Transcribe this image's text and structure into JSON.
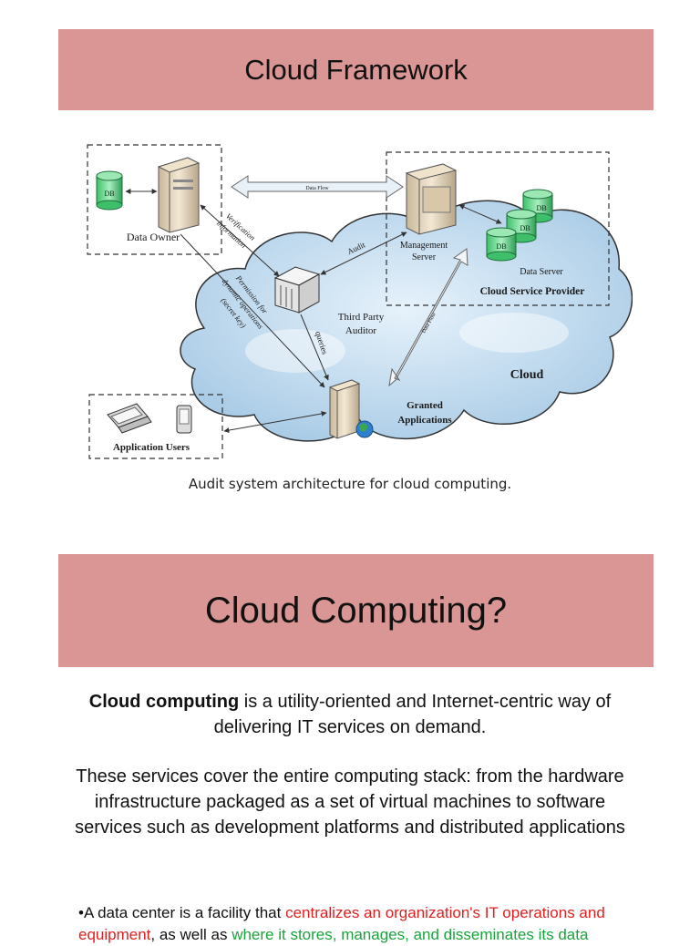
{
  "slide1": {
    "title": "Cloud Framework",
    "caption": "Audit system architecture for cloud computing.",
    "diagram": {
      "data_owner": "Data Owner",
      "db": "DB",
      "data_flow_top": "Data Flow",
      "verification": "Verification",
      "information": "information",
      "audit": "Audit",
      "permission_for": "Permission for",
      "dynamic_operations": "dynamic operations",
      "secret_key": "(secret key)",
      "management": "Management",
      "server": "Server",
      "data_server": "Data Server",
      "cloud_service_provider": "Cloud Service Provider",
      "third_party": "Third Party",
      "auditor": "Auditor",
      "queries": "queries",
      "data_flow_diag": "Data Flow",
      "cloud": "Cloud",
      "granted": "Granted",
      "applications": "Applications",
      "application_users": "Application Users"
    }
  },
  "slide2": {
    "title": "Cloud Computing?",
    "para1_bold": "Cloud computing",
    "para1_rest": " is a utility-oriented and Internet-centric way of delivering IT services on demand.",
    "para2": "These services cover the entire computing stack: from the hardware infrastructure packaged as a set of virtual machines to software services such as development platforms and distributed applications",
    "bullet_prefix": "•A data center is a facility that ",
    "bullet_red": "centralizes an organization's IT operations and equipment",
    "bullet_mid": ", as well as ",
    "bullet_green": "where it stores, manages, and disseminates its data"
  }
}
